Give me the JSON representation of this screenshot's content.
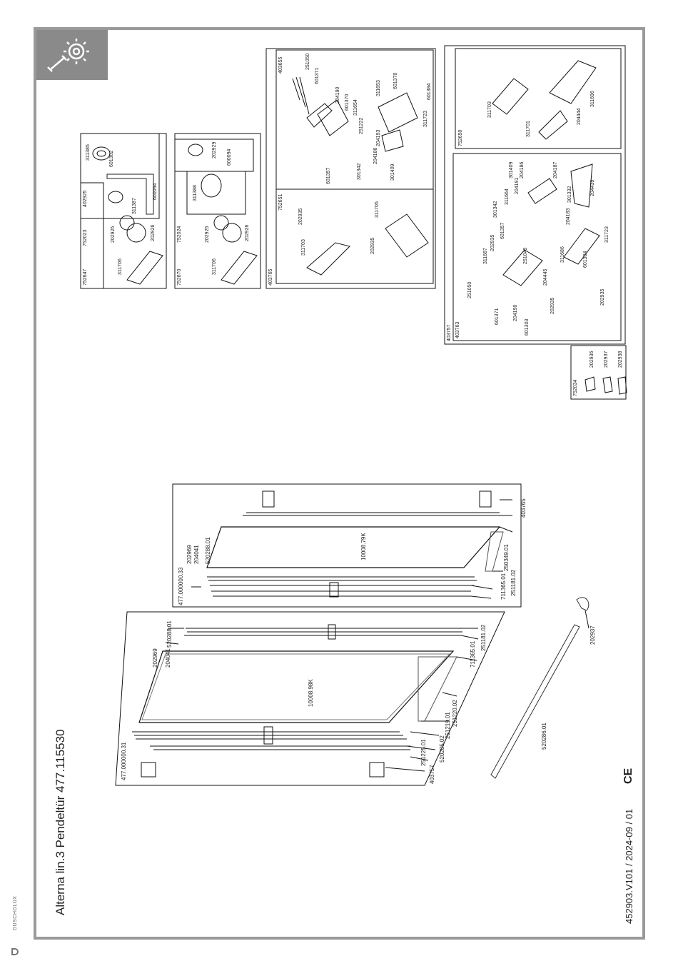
{
  "title": "Alterna lin.3 Pendeltür 477.115530",
  "footer": "452903.V101 / 2024-09 / 01",
  "ce_mark": "CE",
  "brand": "DUSCHOLUX",
  "assemblies": {
    "a1": "477.000000.31",
    "a2": "477.000000.33"
  },
  "parts_a1": {
    "p520288": "520288.01",
    "p202969": "202969",
    "p204041": "204041",
    "p251181": "251181.02",
    "p711365": "711365.01",
    "glass": "10008.98K",
    "p251220": "251220.02",
    "p251219": "251219.01",
    "p520285": "520285.02",
    "p251225": "251225.01",
    "p403757": "403757",
    "p202937": "202937",
    "p520286": "520286.01"
  },
  "parts_a2": {
    "p202969": "202969",
    "p204041": "204041",
    "p520288": "520288.01",
    "glass": "10008.79K",
    "p711365": "711365.01",
    "p251181": "251181.02",
    "p250349": "250349.01",
    "p403765": "403765"
  },
  "boxes": {
    "b752647": {
      "ref": "752647",
      "p311706": "311706",
      "sub_752023": "752023",
      "p202925": "202925",
      "p202926": "202926",
      "sub_402925": "402925",
      "p311385": "311385",
      "p601302": "601302",
      "p311387": "311387",
      "p600094": "600094"
    },
    "b752670": {
      "ref": "752670",
      "p311706": "311706",
      "sub_752024": "752024",
      "p202925": "202925",
      "p202926": "202926",
      "p311388": "311388",
      "p202929": "202929",
      "p600094": "600094"
    },
    "b403765": {
      "ref": "403765",
      "sub_752651": "752651",
      "p311703": "311703",
      "p202935a": "202935",
      "p202935b": "202935",
      "p311705": "311705",
      "sub_403655": "403655",
      "p251050": "251050",
      "p601371": "601371",
      "p204190": "204190",
      "p601370a": "601370",
      "p311654": "311654",
      "p251222": "251222",
      "p601357": "601357",
      "p301342": "301342",
      "p204193": "204193",
      "p204186": "204186",
      "p301409": "301409",
      "p311653": "311653",
      "p601370b": "601370",
      "p311723": "311723",
      "p601384": "601384"
    },
    "b403757": {
      "ref": "403757",
      "sub_752650": "752650",
      "p311703": "311703",
      "p311701": "311701",
      "p204444": "204444",
      "p311696": "311696",
      "sub_403763": "403763",
      "p251050": "251050",
      "p601371": "601371",
      "p204190": "204190",
      "p601303": "601303",
      "p311687": "311687",
      "p202935a": "202935",
      "p601357": "601357",
      "p301342": "301342",
      "p311664": "311664",
      "p204191": "204191",
      "p204186": "204186",
      "p301409": "301409",
      "p204187": "204187",
      "p251049": "251049",
      "p204445": "204445",
      "p202935b": "202935",
      "p311686": "311686",
      "p601384": "601384",
      "p311723": "311723",
      "p204183": "204183",
      "p301332": "301332",
      "p204439": "204439",
      "p202935c": "202935"
    },
    "b752034": {
      "ref": "752034",
      "p202936": "202936",
      "p202937": "202937",
      "p202938": "202938"
    }
  },
  "colors": {
    "frame": "#9a9a9a",
    "tool_bg": "#8a8a8a"
  }
}
